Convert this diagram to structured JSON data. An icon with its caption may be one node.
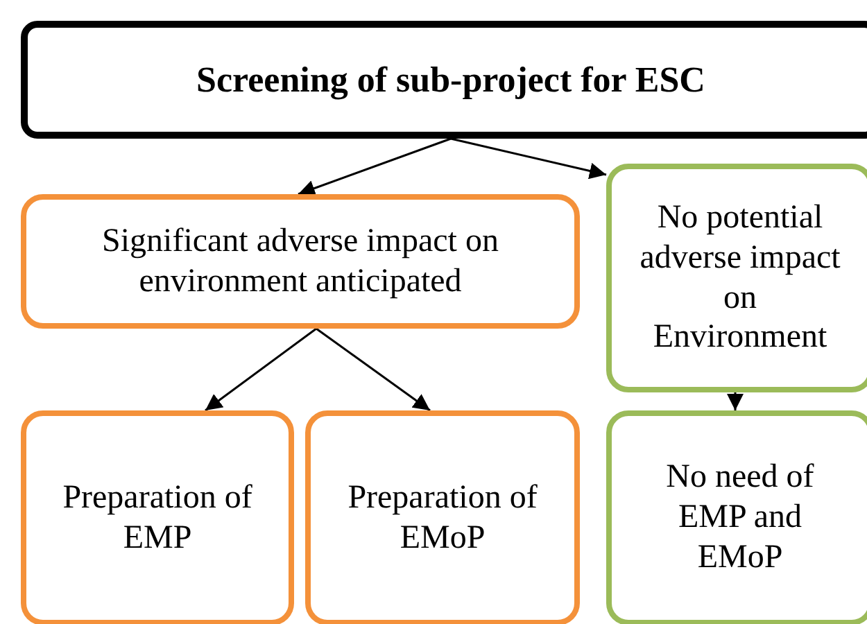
{
  "diagram": {
    "nodes": [
      {
        "text": [
          "Screening of sub-project for ESC"
        ]
      },
      {
        "text": [
          "Significant adverse impact on environment anticipated"
        ]
      },
      {
        "text": [
          "No potential adverse impact on Environment"
        ]
      },
      {
        "text": [
          "Preparation of EMP"
        ]
      },
      {
        "text": [
          "Preparation of EMoP"
        ]
      },
      {
        "text": [
          "No need of EMP and EMoP"
        ]
      }
    ],
    "edges": [
      {
        "from": 0,
        "to": 1,
        "arrow": "to"
      },
      {
        "from": 0,
        "to": 2,
        "arrow": "to"
      },
      {
        "from": 1,
        "to": 3,
        "arrow": "to"
      },
      {
        "from": 1,
        "to": 4,
        "arrow": "to"
      },
      {
        "from": 2,
        "to": 5,
        "arrow": "to"
      }
    ]
  }
}
